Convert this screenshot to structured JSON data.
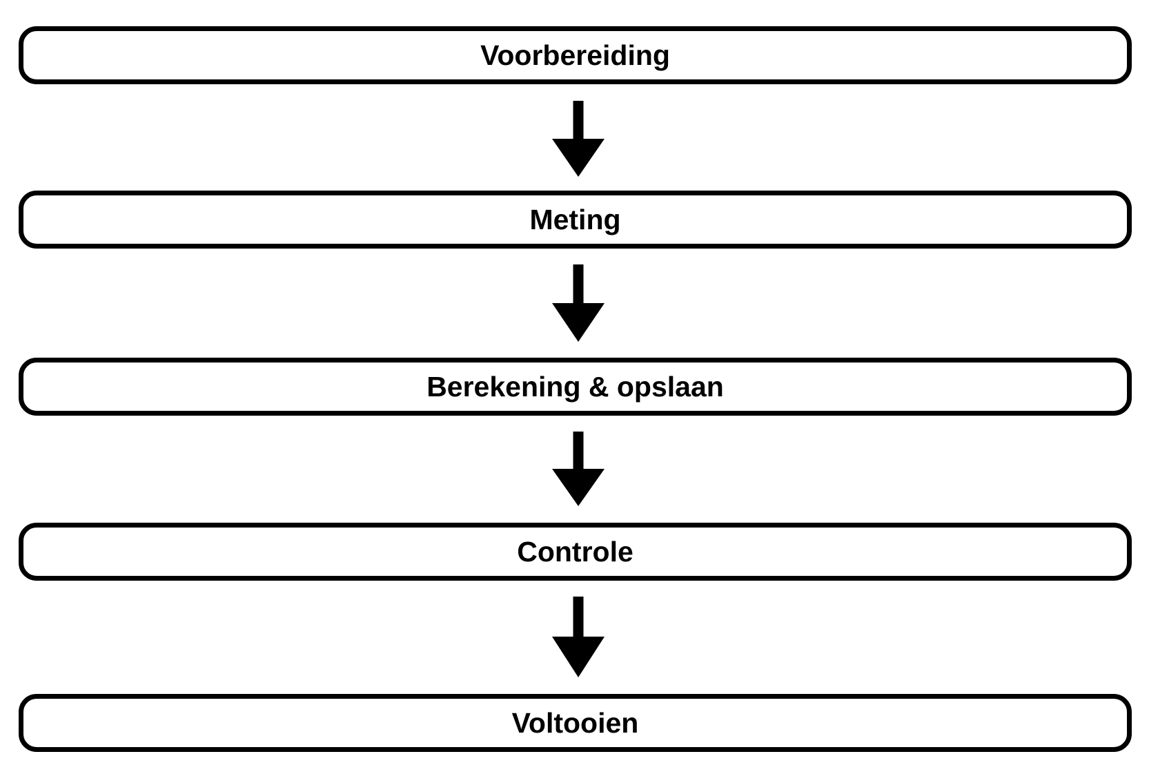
{
  "diagram": {
    "title": "Voorbereiding - Meting - Berekening & opslaan - Controle - Voltooien",
    "orientation": "vertical",
    "colors": {
      "background": "#ffffff",
      "border": "#000000",
      "text": "#000000",
      "arrow": "#000000"
    },
    "steps": [
      {
        "label": "Voorbereiding"
      },
      {
        "label": "Meting"
      },
      {
        "label": "Berekening & opslaan"
      },
      {
        "label": "Controle"
      },
      {
        "label": "Voltooien"
      }
    ],
    "connectors": [
      {
        "icon": "arrow-down-icon",
        "from": "Voorbereiding",
        "to": "Meting"
      },
      {
        "icon": "arrow-down-icon",
        "from": "Meting",
        "to": "Berekening & opslaan"
      },
      {
        "icon": "arrow-down-icon",
        "from": "Berekening & opslaan",
        "to": "Controle"
      },
      {
        "icon": "arrow-down-icon",
        "from": "Controle",
        "to": "Voltooien"
      }
    ]
  }
}
